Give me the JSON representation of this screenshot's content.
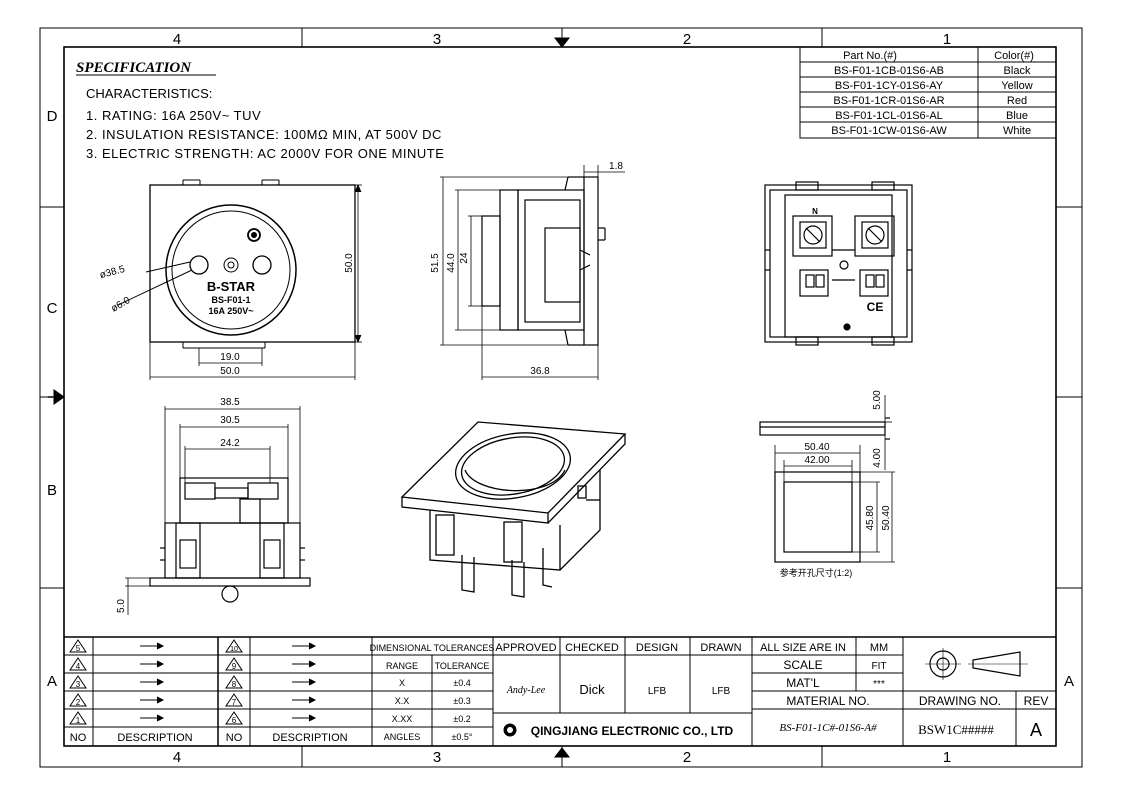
{
  "frame": {
    "col_labels": [
      "4",
      "3",
      "2",
      "1"
    ],
    "row_labels": [
      "D",
      "C",
      "B",
      "A"
    ]
  },
  "spec": {
    "title": "SPECIFICATION",
    "characteristics": "CHARACTERISTICS:",
    "items": [
      "1. RATING: 16A 250V~ TUV",
      "2. INSULATION RESISTANCE: 100MΩ MIN, AT 500V DC",
      "3. ELECTRIC STRENGTH: AC 2000V FOR ONE MINUTE"
    ]
  },
  "parts_table": {
    "headers": [
      "Part No.(#)",
      "Color(#)"
    ],
    "rows": [
      [
        "BS-F01-1CB-01S6-AB",
        "Black"
      ],
      [
        "BS-F01-1CY-01S6-AY",
        "Yellow"
      ],
      [
        "BS-F01-1CR-01S6-AR",
        "Red"
      ],
      [
        "BS-F01-1CL-01S6-AL",
        "Blue"
      ],
      [
        "BS-F01-1CW-01S6-AW",
        "White"
      ]
    ]
  },
  "front_view": {
    "dia_outer": "ø38.5",
    "dia_pin": "ø6.0",
    "brand": "B-STAR",
    "model": "BS-F01-1",
    "rating": "16A 250V~",
    "dim_height": "50.0",
    "dim_pins": "19.0",
    "dim_width": "50.0"
  },
  "side_view": {
    "dim_top": "1.8",
    "dim_515": "51.5",
    "dim_440": "44.0",
    "dim_24": "24",
    "dim_depth": "36.8"
  },
  "rear_view": {
    "n_label": "N",
    "ce_mark": "CE"
  },
  "bottom_view": {
    "dim_385": "38.5",
    "dim_305": "30.5",
    "dim_242": "24.2",
    "dim_50": "5.0"
  },
  "cutout": {
    "dim_500": "5.00",
    "dim_400": "4.00",
    "dim_w_outer": "50.40",
    "dim_w_inner": "42.00",
    "dim_h_inner": "45.80",
    "dim_h_outer": "50.40",
    "note": "参考开孔尺寸(1:2)"
  },
  "revisions_left": {
    "nums": [
      "5",
      "4",
      "3",
      "2",
      "1"
    ],
    "footer_no": "NO",
    "footer_desc": "DESCRIPTION"
  },
  "revisions_right": {
    "nums": [
      "10",
      "9",
      "8",
      "7",
      "6"
    ],
    "footer_no": "NO",
    "footer_desc": "DESCRIPTION"
  },
  "tolerances": {
    "title": "DIMENSIONAL TOLERANCES",
    "col_range": "RANGE",
    "col_tol": "TOLERANCE",
    "rows": [
      [
        "X",
        "±0.4"
      ],
      [
        "X.X",
        "±0.3"
      ],
      [
        "X.XX",
        "±0.2"
      ],
      [
        "ANGLES",
        "±0.5°"
      ]
    ]
  },
  "approvals": {
    "headers": [
      "APPROVED",
      "CHECKED",
      "DESIGN",
      "DRAWN"
    ],
    "values": [
      "Andy-Lee",
      "Dick",
      "LFB",
      "LFB"
    ]
  },
  "company": "QINGJIANG ELECTRONIC CO., LTD",
  "meta": {
    "size_label": "ALL SIZE ARE IN",
    "size_value": "MM",
    "scale_label": "SCALE",
    "scale_value": "FIT",
    "matl_label": "MAT'L",
    "matl_value": "***",
    "material_no_label": "MATERIAL NO.",
    "material_no_value": "BS-F01-1C#-01S6-A#",
    "drawing_no_label": "DRAWING NO.",
    "drawing_no_value": "BSW1C#####",
    "rev_label": "REV",
    "rev_value": "A"
  }
}
